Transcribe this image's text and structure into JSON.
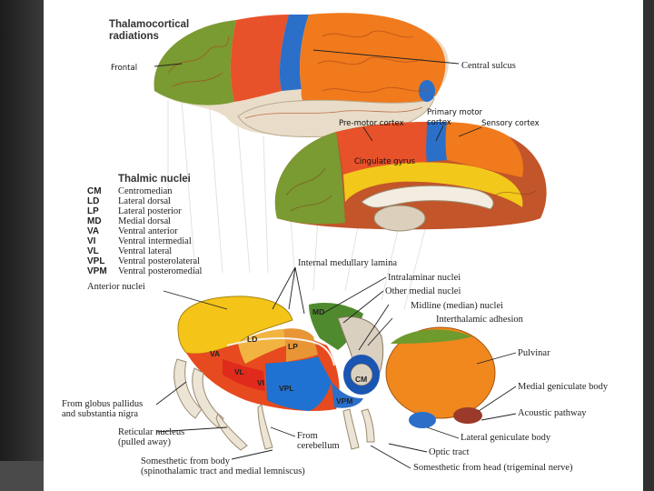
{
  "diagram": {
    "title_line1": "Thalamocortical",
    "title_line2": "radiations",
    "central_sulcus": "Central sulcus",
    "nuclei_heading": "Thalmic nuclei",
    "legend": [
      {
        "abbr": "CM",
        "name": "Centromedian"
      },
      {
        "abbr": "LD",
        "name": "Lateral dorsal"
      },
      {
        "abbr": "LP",
        "name": "Lateral posterior"
      },
      {
        "abbr": "MD",
        "name": "Medial dorsal"
      },
      {
        "abbr": "VA",
        "name": "Ventral anterior"
      },
      {
        "abbr": "VI",
        "name": "Ventral intermedial"
      },
      {
        "abbr": "VL",
        "name": "Ventral lateral"
      },
      {
        "abbr": "VPL",
        "name": "Ventral posterolateral"
      },
      {
        "abbr": "VPM",
        "name": "Ventral posteromedial"
      }
    ],
    "labels": {
      "anterior_nuclei": "Anterior nuclei",
      "internal_medullary_lamina": "Internal medullary lamina",
      "intralaminar_nuclei": "Intralaminar nuclei",
      "other_medial_nuclei": "Other medial nuclei",
      "midline_nuclei": "Midline (median) nuclei",
      "interthalamic_adhesion": "Interthalamic adhesion",
      "pulvinar": "Pulvinar",
      "medial_geniculate": "Medial geniculate body",
      "acoustic_pathway": "Acoustic pathway",
      "lateral_geniculate": "Lateral geniculate body",
      "optic_tract": "Optic tract",
      "somesthetic_head": "Somesthetic from head (trigeminal nerve)",
      "somesthetic_body_1": "Somesthetic from body",
      "somesthetic_body_2": "(spinothalamic tract and medial lemniscus)",
      "from_cerebellum_1": "From",
      "from_cerebellum_2": "cerebellum",
      "reticular_1": "Reticular nucleus",
      "reticular_2": "(pulled away)",
      "globus_1": "From globus pallidus",
      "globus_2": "and substantia nigra"
    },
    "nucleus_marks": {
      "md": "MD",
      "ld": "LD",
      "lp": "LP",
      "va": "VA",
      "vl": "VL",
      "vi": "VI",
      "vpl": "VPL",
      "cm": "CM",
      "vpm": "VPM"
    }
  },
  "overlays": {
    "frontal": "Frontal",
    "premotor": "Pre-motor cortex",
    "primary_motor_1": "Primary motor",
    "primary_motor_2": "cortex",
    "sensory": "Sensory cortex",
    "cingulate": "Cingulate gyrus"
  },
  "colors": {
    "frontal": "#7a9a32",
    "premotor": "#e8522a",
    "motor": "#2b6fc9",
    "sensory": "#f07a1c",
    "parietal": "#f29a2e",
    "occipital": "#c2552a",
    "temporal": "#e9ddc9",
    "cingulate": "#f2c81a",
    "anterior": "#f4c419",
    "va": "#e64a1e",
    "vl": "#e02a1c",
    "vpl": "#1f72d1",
    "pulvinar": "#f0881e",
    "md": "#4f8a2e"
  }
}
